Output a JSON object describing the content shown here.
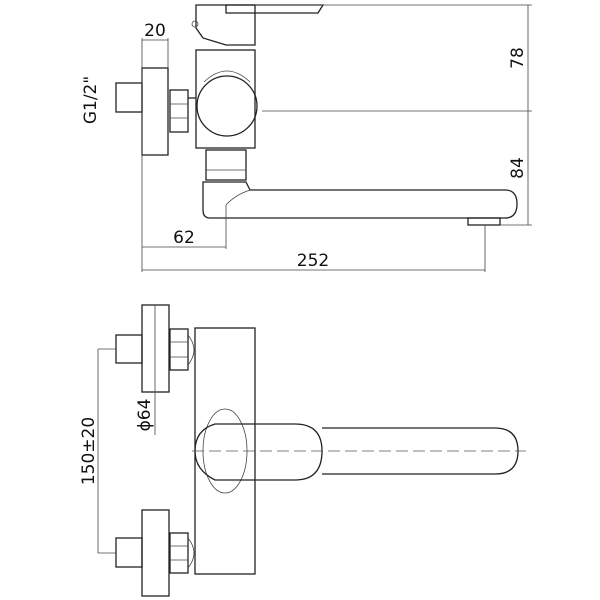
{
  "drawing": {
    "title": "Wall-mounted mixer tap dimension drawing",
    "side_view": {
      "dim_flange_depth": "20",
      "dim_thread": "G1/2\"",
      "dim_top_height": "78",
      "dim_spout_height": "84",
      "dim_spout_offset": "62",
      "dim_total_reach": "252"
    },
    "top_view": {
      "dim_flange_diameter": "ϕ64",
      "dim_inlet_spacing": "150±20"
    }
  }
}
